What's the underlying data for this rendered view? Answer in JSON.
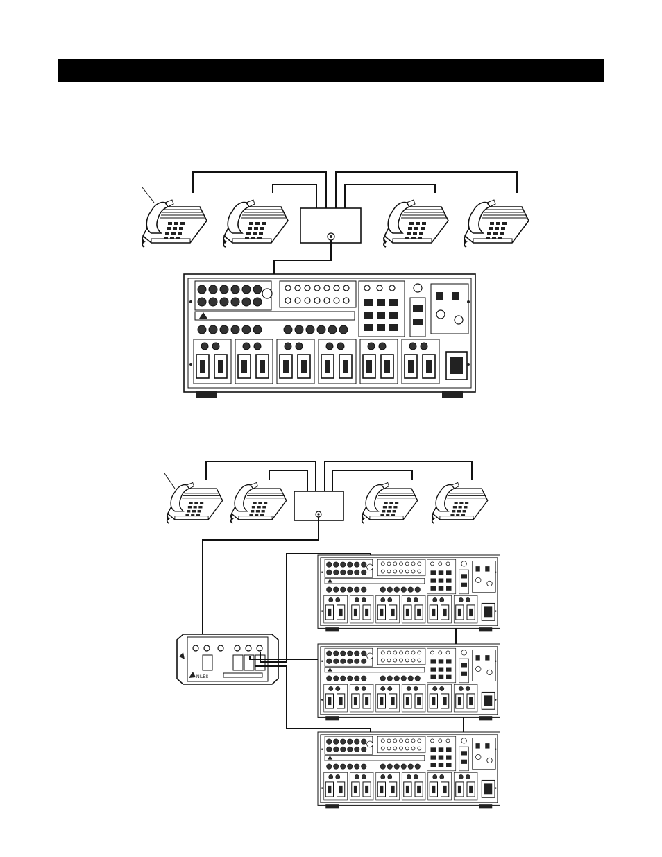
{
  "page": {
    "header_text": ""
  },
  "diagram_1": {
    "devices": [
      "phone",
      "phone",
      "interface-box",
      "phone",
      "phone",
      "multi-zone-receiver"
    ]
  },
  "diagram_2": {
    "devices": [
      "phone",
      "phone",
      "interface-box",
      "phone",
      "phone",
      "distribution-module",
      "multi-zone-receiver",
      "multi-zone-receiver",
      "multi-zone-receiver"
    ],
    "module_brand": "NILES"
  },
  "icons": [
    "telephone-icon",
    "receiver-icon",
    "distribution-module-icon"
  ]
}
